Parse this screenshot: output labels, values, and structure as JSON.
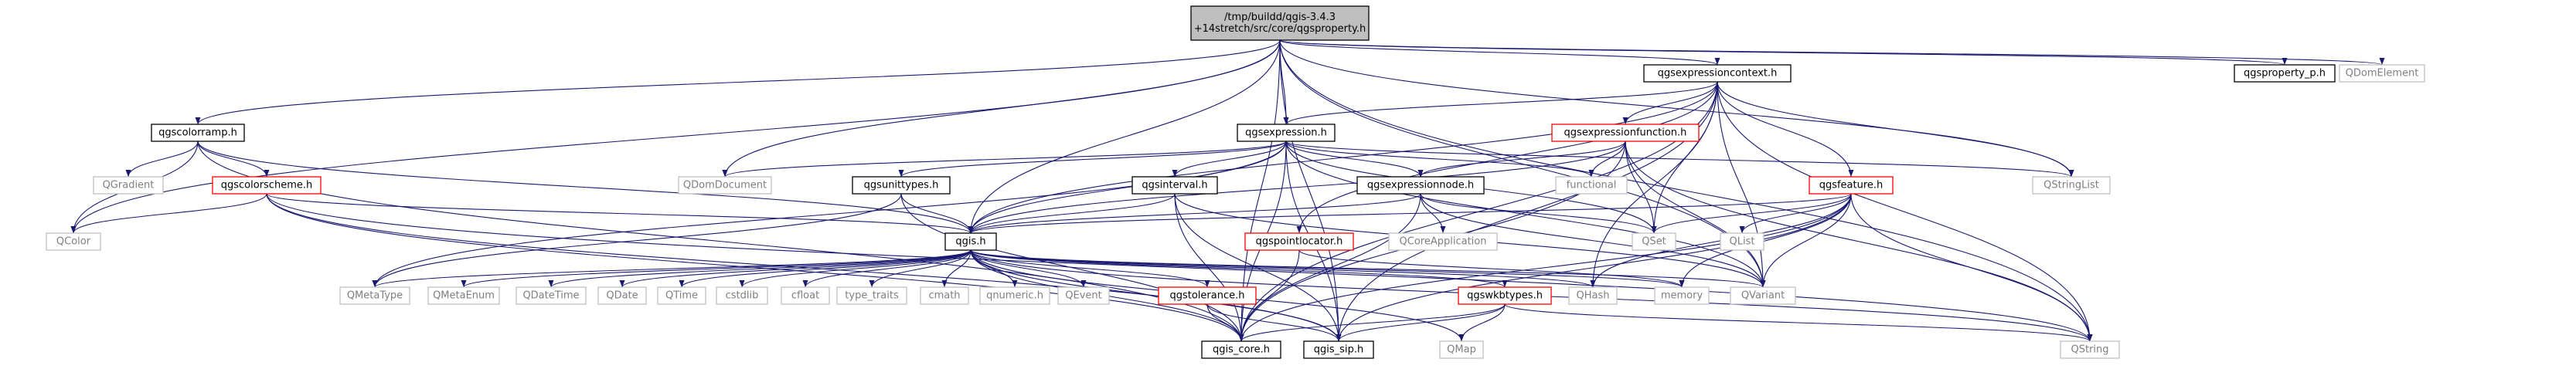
{
  "colors": {
    "edge": "#191970",
    "border_doc": "#000000",
    "border_missing": "#bfbfbf",
    "border_truncated": "#ff0000",
    "root_fill": "#bfbfbf",
    "text": "#000000",
    "text_missing": "#7f7f7f"
  },
  "nodes": [
    {
      "id": "root",
      "label": "/tmp/buildd/qgis-3.4.3\n+14stretch/src/core/qgsproperty.h",
      "kind": "root"
    },
    {
      "id": "qgsexpressioncontext",
      "label": "qgsexpressioncontext.h",
      "kind": "doc"
    },
    {
      "id": "qgsproperty_p",
      "label": "qgsproperty_p.h",
      "kind": "doc"
    },
    {
      "id": "QDomElement",
      "label": "QDomElement",
      "kind": "missing"
    },
    {
      "id": "qgscolorramp",
      "label": "qgscolorramp.h",
      "kind": "doc"
    },
    {
      "id": "qgsexpression",
      "label": "qgsexpression.h",
      "kind": "doc"
    },
    {
      "id": "qgsexpressionfunction",
      "label": "qgsexpressionfunction.h",
      "kind": "truncated"
    },
    {
      "id": "QGradient",
      "label": "QGradient",
      "kind": "missing"
    },
    {
      "id": "qgscolorscheme",
      "label": "qgscolorscheme.h",
      "kind": "truncated"
    },
    {
      "id": "QDomDocument",
      "label": "QDomDocument",
      "kind": "missing"
    },
    {
      "id": "qgsunittypes",
      "label": "qgsunittypes.h",
      "kind": "doc"
    },
    {
      "id": "qgsinterval",
      "label": "qgsinterval.h",
      "kind": "doc"
    },
    {
      "id": "qgsexpressionnode",
      "label": "qgsexpressionnode.h",
      "kind": "doc"
    },
    {
      "id": "functional",
      "label": "functional",
      "kind": "missing"
    },
    {
      "id": "qgsfeature",
      "label": "qgsfeature.h",
      "kind": "truncated"
    },
    {
      "id": "QStringList",
      "label": "QStringList",
      "kind": "missing"
    },
    {
      "id": "QColor",
      "label": "QColor",
      "kind": "missing"
    },
    {
      "id": "qgis",
      "label": "qgis.h",
      "kind": "doc"
    },
    {
      "id": "qgspointlocator",
      "label": "qgspointlocator.h",
      "kind": "truncated"
    },
    {
      "id": "QCoreApplication",
      "label": "QCoreApplication",
      "kind": "missing"
    },
    {
      "id": "QSet",
      "label": "QSet",
      "kind": "missing"
    },
    {
      "id": "QList",
      "label": "QList",
      "kind": "missing"
    },
    {
      "id": "QMetaType",
      "label": "QMetaType",
      "kind": "missing"
    },
    {
      "id": "QMetaEnum",
      "label": "QMetaEnum",
      "kind": "missing"
    },
    {
      "id": "QDateTime",
      "label": "QDateTime",
      "kind": "missing"
    },
    {
      "id": "QDate",
      "label": "QDate",
      "kind": "missing"
    },
    {
      "id": "QTime",
      "label": "QTime",
      "kind": "missing"
    },
    {
      "id": "cstdlib",
      "label": "cstdlib",
      "kind": "missing"
    },
    {
      "id": "cfloat",
      "label": "cfloat",
      "kind": "missing"
    },
    {
      "id": "type_traits",
      "label": "type_traits",
      "kind": "missing"
    },
    {
      "id": "cmath",
      "label": "cmath",
      "kind": "missing"
    },
    {
      "id": "qnumeric",
      "label": "qnumeric.h",
      "kind": "missing"
    },
    {
      "id": "QEvent",
      "label": "QEvent",
      "kind": "missing"
    },
    {
      "id": "qgstolerance",
      "label": "qgstolerance.h",
      "kind": "truncated"
    },
    {
      "id": "qgswkbtypes",
      "label": "qgswkbtypes.h",
      "kind": "truncated"
    },
    {
      "id": "QHash",
      "label": "QHash",
      "kind": "missing"
    },
    {
      "id": "memory",
      "label": "memory",
      "kind": "missing"
    },
    {
      "id": "QVariant",
      "label": "QVariant",
      "kind": "missing"
    },
    {
      "id": "qgis_core",
      "label": "qgis_core.h",
      "kind": "doc"
    },
    {
      "id": "qgis_sip",
      "label": "qgis_sip.h",
      "kind": "doc"
    },
    {
      "id": "QMap",
      "label": "QMap",
      "kind": "missing"
    },
    {
      "id": "QString",
      "label": "QString",
      "kind": "missing"
    }
  ],
  "edges": [
    [
      "root",
      "qgsexpressioncontext"
    ],
    [
      "root",
      "qgsproperty_p"
    ],
    [
      "root",
      "QDomElement"
    ],
    [
      "root",
      "qgscolorramp"
    ],
    [
      "root",
      "qgsexpression"
    ],
    [
      "root",
      "QDomDocument"
    ],
    [
      "root",
      "QColor"
    ],
    [
      "root",
      "qgis"
    ],
    [
      "root",
      "QVariant"
    ],
    [
      "root",
      "QString"
    ],
    [
      "root",
      "qgis_core"
    ],
    [
      "root",
      "QStringList"
    ],
    [
      "root",
      "qgis_sip"
    ],
    [
      "qgsexpressioncontext",
      "qgsexpression"
    ],
    [
      "qgsexpressioncontext",
      "qgsexpressionfunction"
    ],
    [
      "qgsexpressioncontext",
      "qgsfeature"
    ],
    [
      "qgsexpressioncontext",
      "QStringList"
    ],
    [
      "qgsexpressioncontext",
      "QSet"
    ],
    [
      "qgsexpressioncontext",
      "QHash"
    ],
    [
      "qgsexpressioncontext",
      "QString"
    ],
    [
      "qgsexpressioncontext",
      "QVariant"
    ],
    [
      "qgsexpressioncontext",
      "qgis"
    ],
    [
      "qgsexpressioncontext",
      "qgis_core"
    ],
    [
      "qgsexpressioncontext",
      "qgspointlocator"
    ],
    [
      "qgsexpressioncontext",
      "qgis_sip"
    ],
    [
      "qgscolorramp",
      "QGradient"
    ],
    [
      "qgscolorramp",
      "qgscolorscheme"
    ],
    [
      "qgscolorramp",
      "QColor"
    ],
    [
      "qgscolorramp",
      "qgis"
    ],
    [
      "qgscolorramp",
      "qgis_core"
    ],
    [
      "qgsexpression",
      "qgsunittypes"
    ],
    [
      "qgsexpression",
      "qgsinterval"
    ],
    [
      "qgsexpression",
      "qgsexpressionnode"
    ],
    [
      "qgsexpression",
      "functional"
    ],
    [
      "qgsexpression",
      "QStringList"
    ],
    [
      "qgsexpression",
      "QDomDocument"
    ],
    [
      "qgsexpression",
      "qgis"
    ],
    [
      "qgsexpression",
      "QSet"
    ],
    [
      "qgsexpression",
      "QVariant"
    ],
    [
      "qgsexpression",
      "QMetaType"
    ],
    [
      "qgsexpression",
      "qgis_core"
    ],
    [
      "qgsexpression",
      "qgis_sip"
    ],
    [
      "qgsexpressionfunction",
      "qgsexpressionnode"
    ],
    [
      "qgsexpressionfunction",
      "functional"
    ],
    [
      "qgsexpressionfunction",
      "QSet"
    ],
    [
      "qgsexpressionfunction",
      "QVariant"
    ],
    [
      "qgsexpressionfunction",
      "QString"
    ],
    [
      "qgsexpressionfunction",
      "qgis"
    ],
    [
      "qgsexpressionfunction",
      "qgis_core"
    ],
    [
      "qgscolorscheme",
      "QColor"
    ],
    [
      "qgscolorscheme",
      "qgis"
    ],
    [
      "qgscolorscheme",
      "qgis_core"
    ],
    [
      "qgscolorscheme",
      "qgis_sip"
    ],
    [
      "qgscolorscheme",
      "QString"
    ],
    [
      "qgsunittypes",
      "qgis"
    ],
    [
      "qgsunittypes",
      "qgis_core"
    ],
    [
      "qgsunittypes",
      "QMetaType"
    ],
    [
      "qgsinterval",
      "qgis"
    ],
    [
      "qgsinterval",
      "QVariant"
    ],
    [
      "qgsinterval",
      "qgis_core"
    ],
    [
      "qgsinterval",
      "qgis_sip"
    ],
    [
      "qgsexpressionnode",
      "qgis"
    ],
    [
      "qgsexpressionnode",
      "QCoreApplication"
    ],
    [
      "qgsexpressionnode",
      "QSet"
    ],
    [
      "qgsexpressionnode",
      "QVariant"
    ],
    [
      "qgsexpressionnode",
      "qgis_core"
    ],
    [
      "qgsfeature",
      "QSet"
    ],
    [
      "qgsfeature",
      "QList"
    ],
    [
      "qgsfeature",
      "QVariant"
    ],
    [
      "qgsfeature",
      "memory"
    ],
    [
      "qgsfeature",
      "QHash"
    ],
    [
      "qgsfeature",
      "QString"
    ],
    [
      "qgsfeature",
      "qgis"
    ],
    [
      "qgsfeature",
      "qgis_core"
    ],
    [
      "qgsfeature",
      "qgis_sip"
    ],
    [
      "qgspointlocator",
      "qgis_core"
    ],
    [
      "qgspointlocator",
      "memory"
    ],
    [
      "qgis",
      "QMetaType"
    ],
    [
      "qgis",
      "QMetaEnum"
    ],
    [
      "qgis",
      "QDateTime"
    ],
    [
      "qgis",
      "QDate"
    ],
    [
      "qgis",
      "QTime"
    ],
    [
      "qgis",
      "cstdlib"
    ],
    [
      "qgis",
      "cfloat"
    ],
    [
      "qgis",
      "type_traits"
    ],
    [
      "qgis",
      "cmath"
    ],
    [
      "qgis",
      "qnumeric"
    ],
    [
      "qgis",
      "QEvent"
    ],
    [
      "qgis",
      "qgstolerance"
    ],
    [
      "qgis",
      "qgswkbtypes"
    ],
    [
      "qgis",
      "QHash"
    ],
    [
      "qgis",
      "memory"
    ],
    [
      "qgis",
      "QVariant"
    ],
    [
      "qgis",
      "qgis_core"
    ],
    [
      "qgis",
      "qgis_sip"
    ],
    [
      "qgis",
      "QMap"
    ],
    [
      "qgis",
      "QString"
    ],
    [
      "qgstolerance",
      "qgis_core"
    ],
    [
      "qgstolerance",
      "qgis_sip"
    ],
    [
      "qgswkbtypes",
      "QMap"
    ],
    [
      "qgswkbtypes",
      "QString"
    ],
    [
      "qgswkbtypes",
      "qgis_core"
    ],
    [
      "qgswkbtypes",
      "qgis_sip"
    ]
  ]
}
